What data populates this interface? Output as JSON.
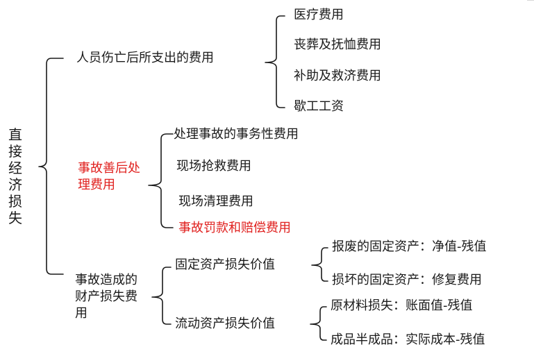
{
  "root": "直接经济损失",
  "branches": {
    "personnel": {
      "label": "人员伤亡后所支出的费用",
      "items": [
        "医疗费用",
        "丧葬及抚恤费用",
        "补助及救济费用",
        "歇工工资"
      ]
    },
    "aftermath": {
      "label": "事故善后处理费用",
      "items": [
        "处理事故的事务性费用",
        "现场抢救费用",
        "现场清理费用",
        "事故罚款和赔偿费用"
      ]
    },
    "property": {
      "label": "事故造成的财产损失费用",
      "fixed": {
        "label": "固定资产损失价值",
        "items": [
          "报废的固定资产：净值-残值",
          "损坏的固定资产：修复费用"
        ]
      },
      "current": {
        "label": "流动资产损失价值",
        "items": [
          "原材料损失：账面值-残值",
          "成品半成品：实际成本-残值"
        ]
      }
    }
  },
  "colors": {
    "text": "#1a1a1a",
    "highlight": "#e0201e",
    "lines": "#1a1a1a"
  }
}
